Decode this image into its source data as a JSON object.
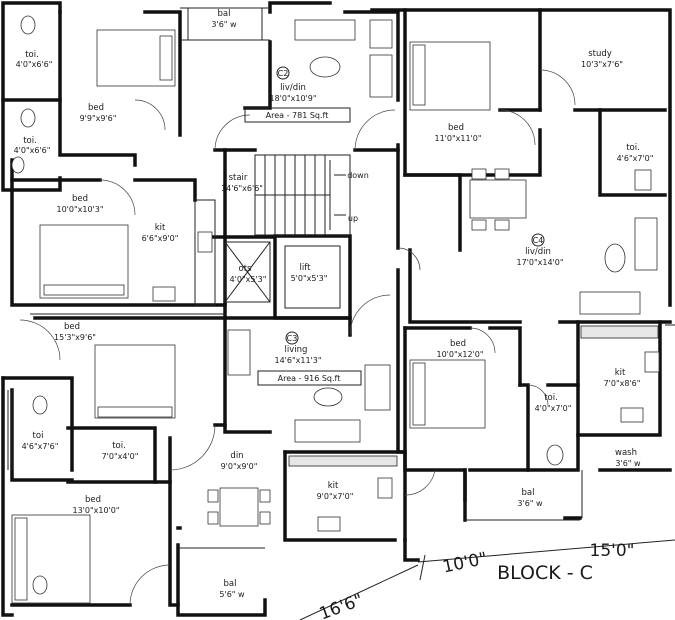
{
  "rooms": [
    {
      "id": "bal-top",
      "name": "bal",
      "dim": "3'6\" w"
    },
    {
      "id": "toi-1",
      "name": "toi.",
      "dim": "4'0\"x6'6\""
    },
    {
      "id": "toi-2",
      "name": "toi.",
      "dim": "4'0\"x6'6\""
    },
    {
      "id": "bed-1",
      "name": "bed",
      "dim": "9'9\"x9'6\""
    },
    {
      "id": "c2-livdin",
      "name": "liv/din",
      "dim": "18'0\"x10'9\""
    },
    {
      "id": "bed-2",
      "name": "bed",
      "dim": "10'0\"x10'3\""
    },
    {
      "id": "kit-1",
      "name": "kit",
      "dim": "6'6\"x9'0\""
    },
    {
      "id": "stair",
      "name": "stair",
      "dim": "14'6\"x6'6\""
    },
    {
      "id": "ots",
      "name": "ots",
      "dim": "4'0\"x5'3\""
    },
    {
      "id": "lift",
      "name": "lift",
      "dim": "5'0\"x5'3\""
    },
    {
      "id": "study",
      "name": "study",
      "dim": "10'3\"x7'6\""
    },
    {
      "id": "bed-3",
      "name": "bed",
      "dim": "11'0\"x11'0\""
    },
    {
      "id": "toi-3",
      "name": "toi.",
      "dim": "4'6\"x7'0\""
    },
    {
      "id": "c4-livdin",
      "name": "liv/din",
      "dim": "17'0\"x14'0\""
    },
    {
      "id": "bed-4",
      "name": "bed",
      "dim": "15'3\"x9'6\""
    },
    {
      "id": "c3-living",
      "name": "living",
      "dim": "14'6\"x11'3\""
    },
    {
      "id": "bed-5",
      "name": "bed",
      "dim": "10'0\"x12'0\""
    },
    {
      "id": "kit-2",
      "name": "kit",
      "dim": "7'0\"x8'6\""
    },
    {
      "id": "toi-4",
      "name": "toi",
      "dim": "4'6\"x7'6\""
    },
    {
      "id": "toi-5",
      "name": "toi.",
      "dim": "7'0\"x4'0\""
    },
    {
      "id": "toi-6",
      "name": "toi.",
      "dim": "4'0\"x7'0\""
    },
    {
      "id": "wash",
      "name": "wash",
      "dim": "3'6\" w"
    },
    {
      "id": "din",
      "name": "din",
      "dim": "9'0\"x9'0\""
    },
    {
      "id": "kit-3",
      "name": "kit",
      "dim": "9'0\"x7'0\""
    },
    {
      "id": "bal-mid",
      "name": "bal",
      "dim": "3'6\" w"
    },
    {
      "id": "bed-6",
      "name": "bed",
      "dim": "13'0\"x10'0\""
    },
    {
      "id": "bal-bottom",
      "name": "bal",
      "dim": "5'6\" w"
    }
  ],
  "units": [
    {
      "id": "c2",
      "tag": "C2",
      "area": "Area - 781 Sq.ft"
    },
    {
      "id": "c3",
      "tag": "C3",
      "area": "Area - 916 Sq.ft"
    },
    {
      "id": "c4",
      "tag": "C4"
    }
  ],
  "stair_labels": {
    "down": "down",
    "up": "up"
  },
  "site_dims": {
    "right": "15'0\"",
    "middle": "10'0\"",
    "bottom": "16'6\""
  },
  "block_title": "BLOCK - C"
}
